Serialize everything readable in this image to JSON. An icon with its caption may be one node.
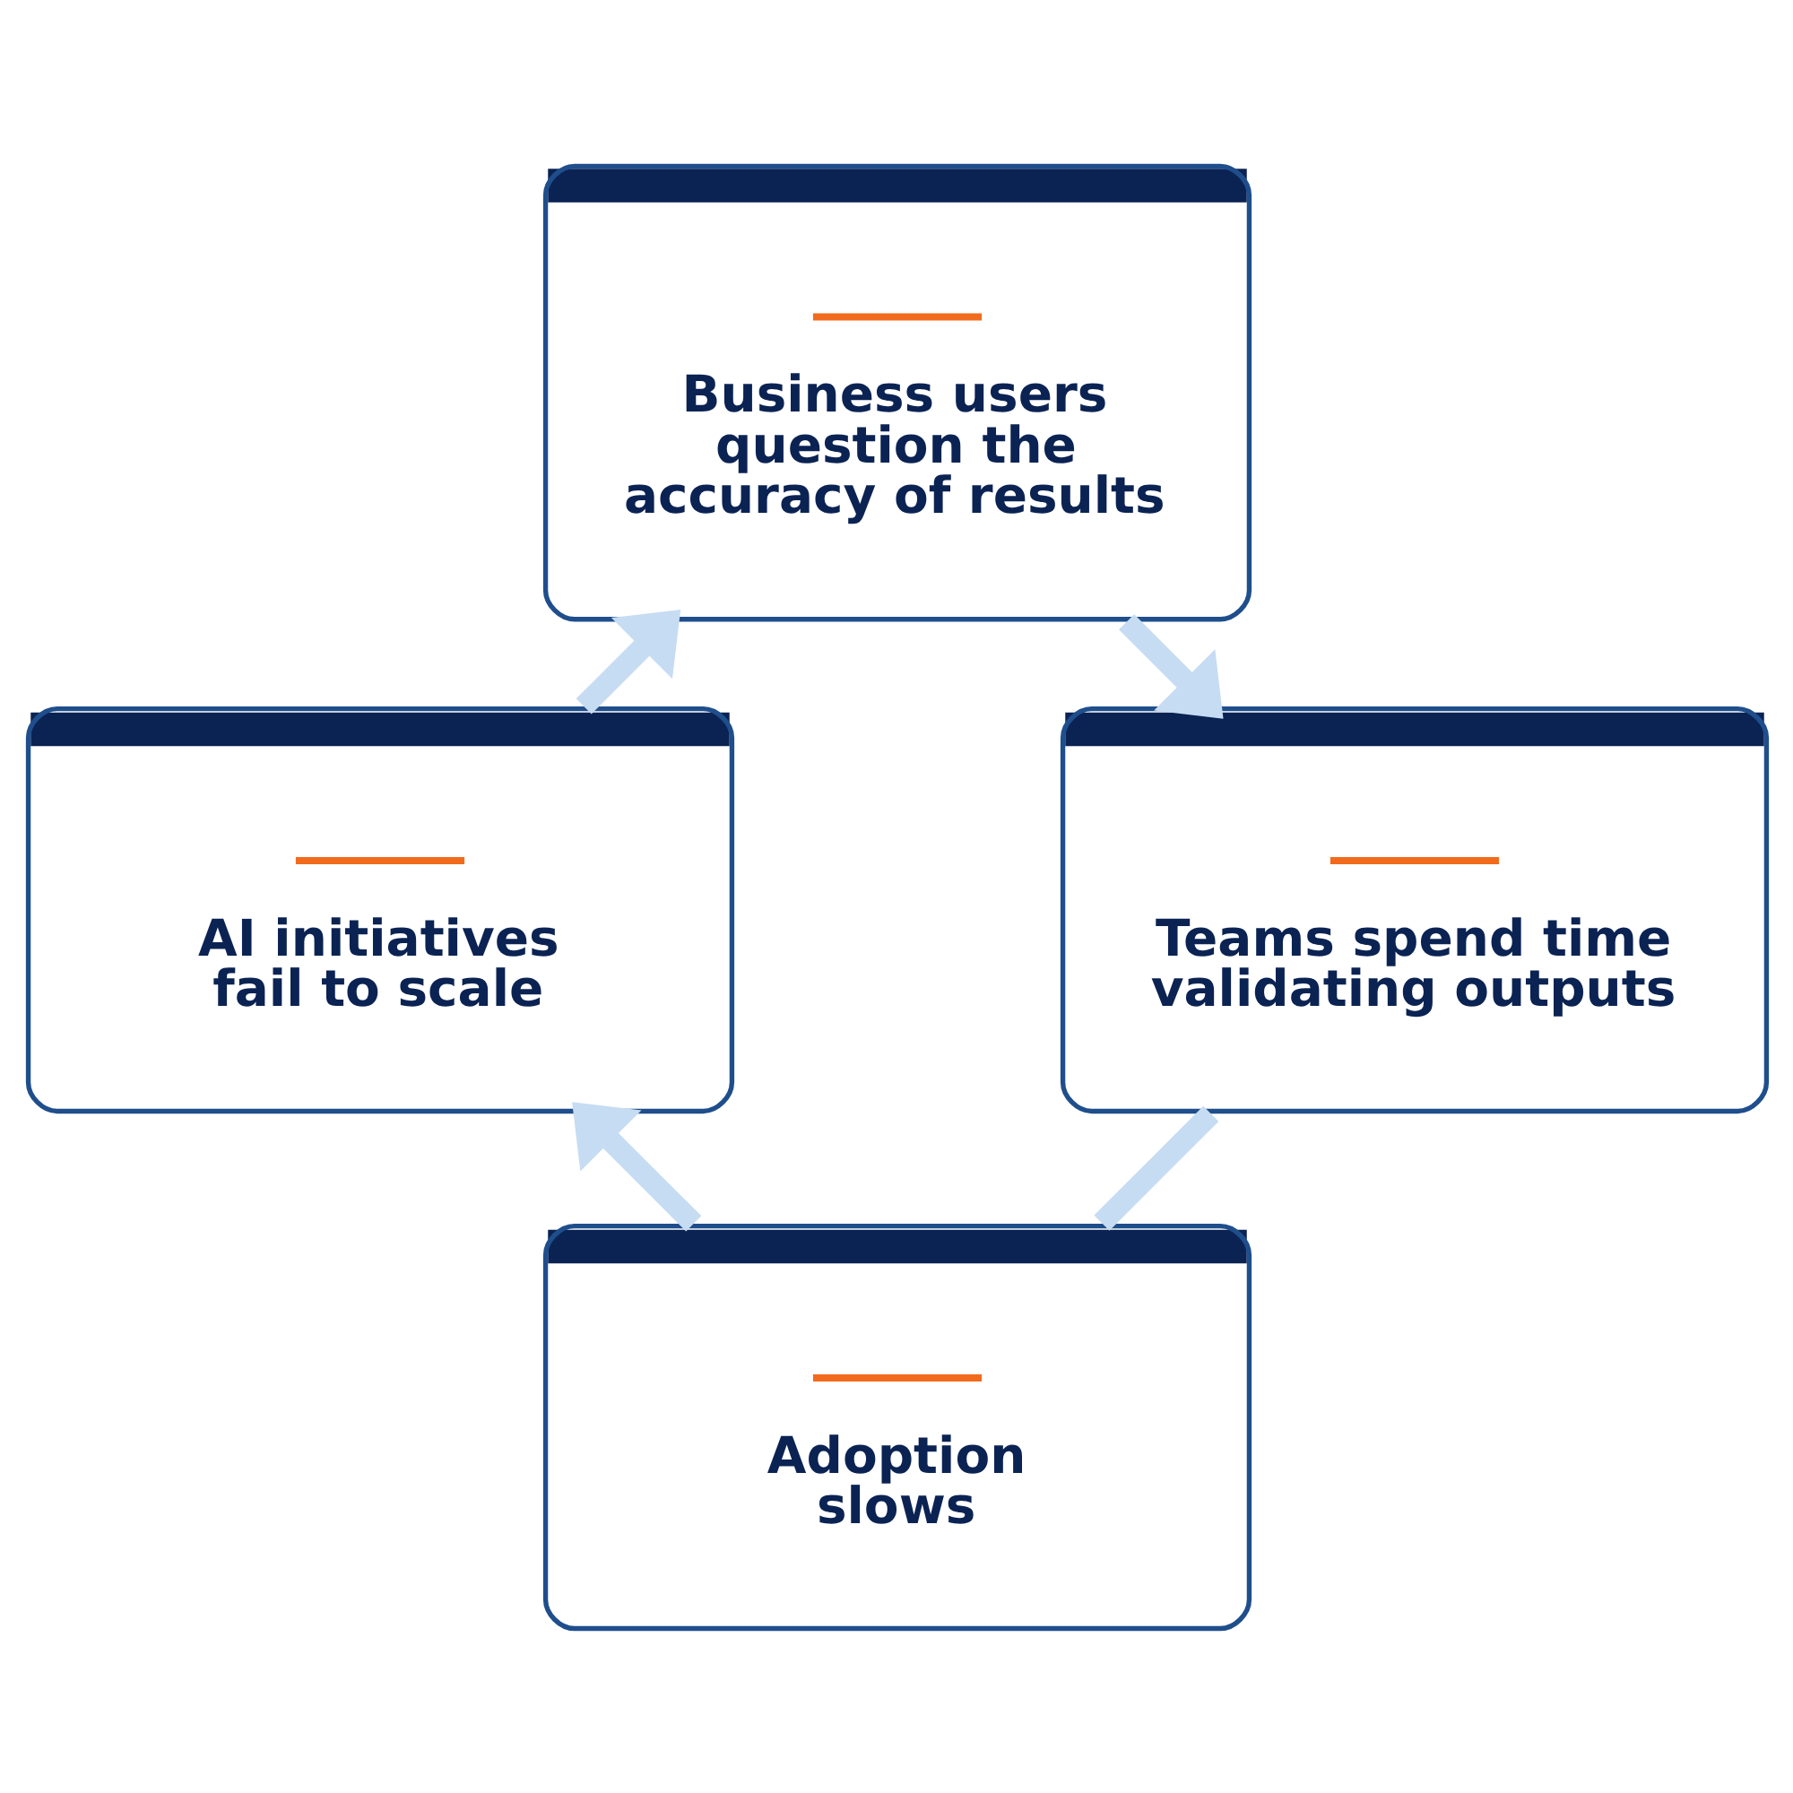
{
  "diagram": {
    "nodes": [
      {
        "text": [
          "Business users question the accuracy of results"
        ]
      },
      {
        "text": [
          "AI initiatives fail to scale"
        ]
      },
      {
        "text": [
          "Teams spend time validating outputs"
        ]
      },
      {
        "text": [
          "Adoption slows"
        ]
      }
    ],
    "edges": [
      {
        "from": 0,
        "to": 2,
        "arrow": "to"
      },
      {
        "from": 2,
        "to": 3,
        "arrow": "none"
      },
      {
        "from": 3,
        "to": 1,
        "arrow": "to"
      },
      {
        "from": 1,
        "to": 0,
        "arrow": "to"
      }
    ]
  }
}
